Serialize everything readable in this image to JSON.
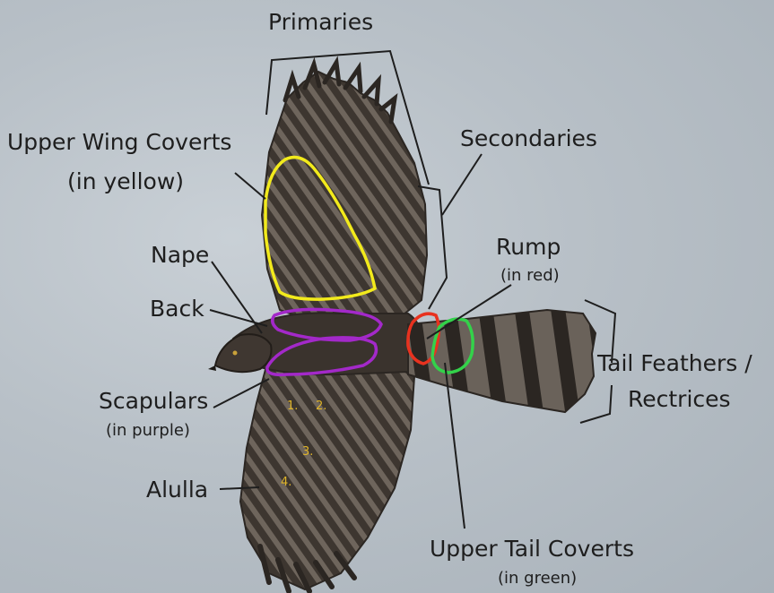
{
  "labels": {
    "primaries": "Primaries",
    "upper_wing_coverts": "Upper Wing Coverts",
    "upper_wing_coverts_note": "(in yellow)",
    "secondaries": "Secondaries",
    "nape": "Nape",
    "back": "Back",
    "rump": "Rump",
    "rump_note": "(in red)",
    "tail_feathers": "Tail Feathers /",
    "rectrices": "Rectrices",
    "scapulars": "Scapulars",
    "scapulars_note": "(in purple)",
    "alulla": "Alulla",
    "upper_tail_coverts": "Upper Tail Coverts",
    "upper_tail_coverts_note": "(in green)"
  },
  "numbers": [
    "1.",
    "2.",
    "3.",
    "4."
  ],
  "colors": {
    "coverts_outline": "#f2ea1c",
    "scapulars_outline": "#a329c9",
    "rump_outline": "#e8321f",
    "tail_coverts_outline": "#33d24a",
    "number_text": "#e0b52a"
  }
}
